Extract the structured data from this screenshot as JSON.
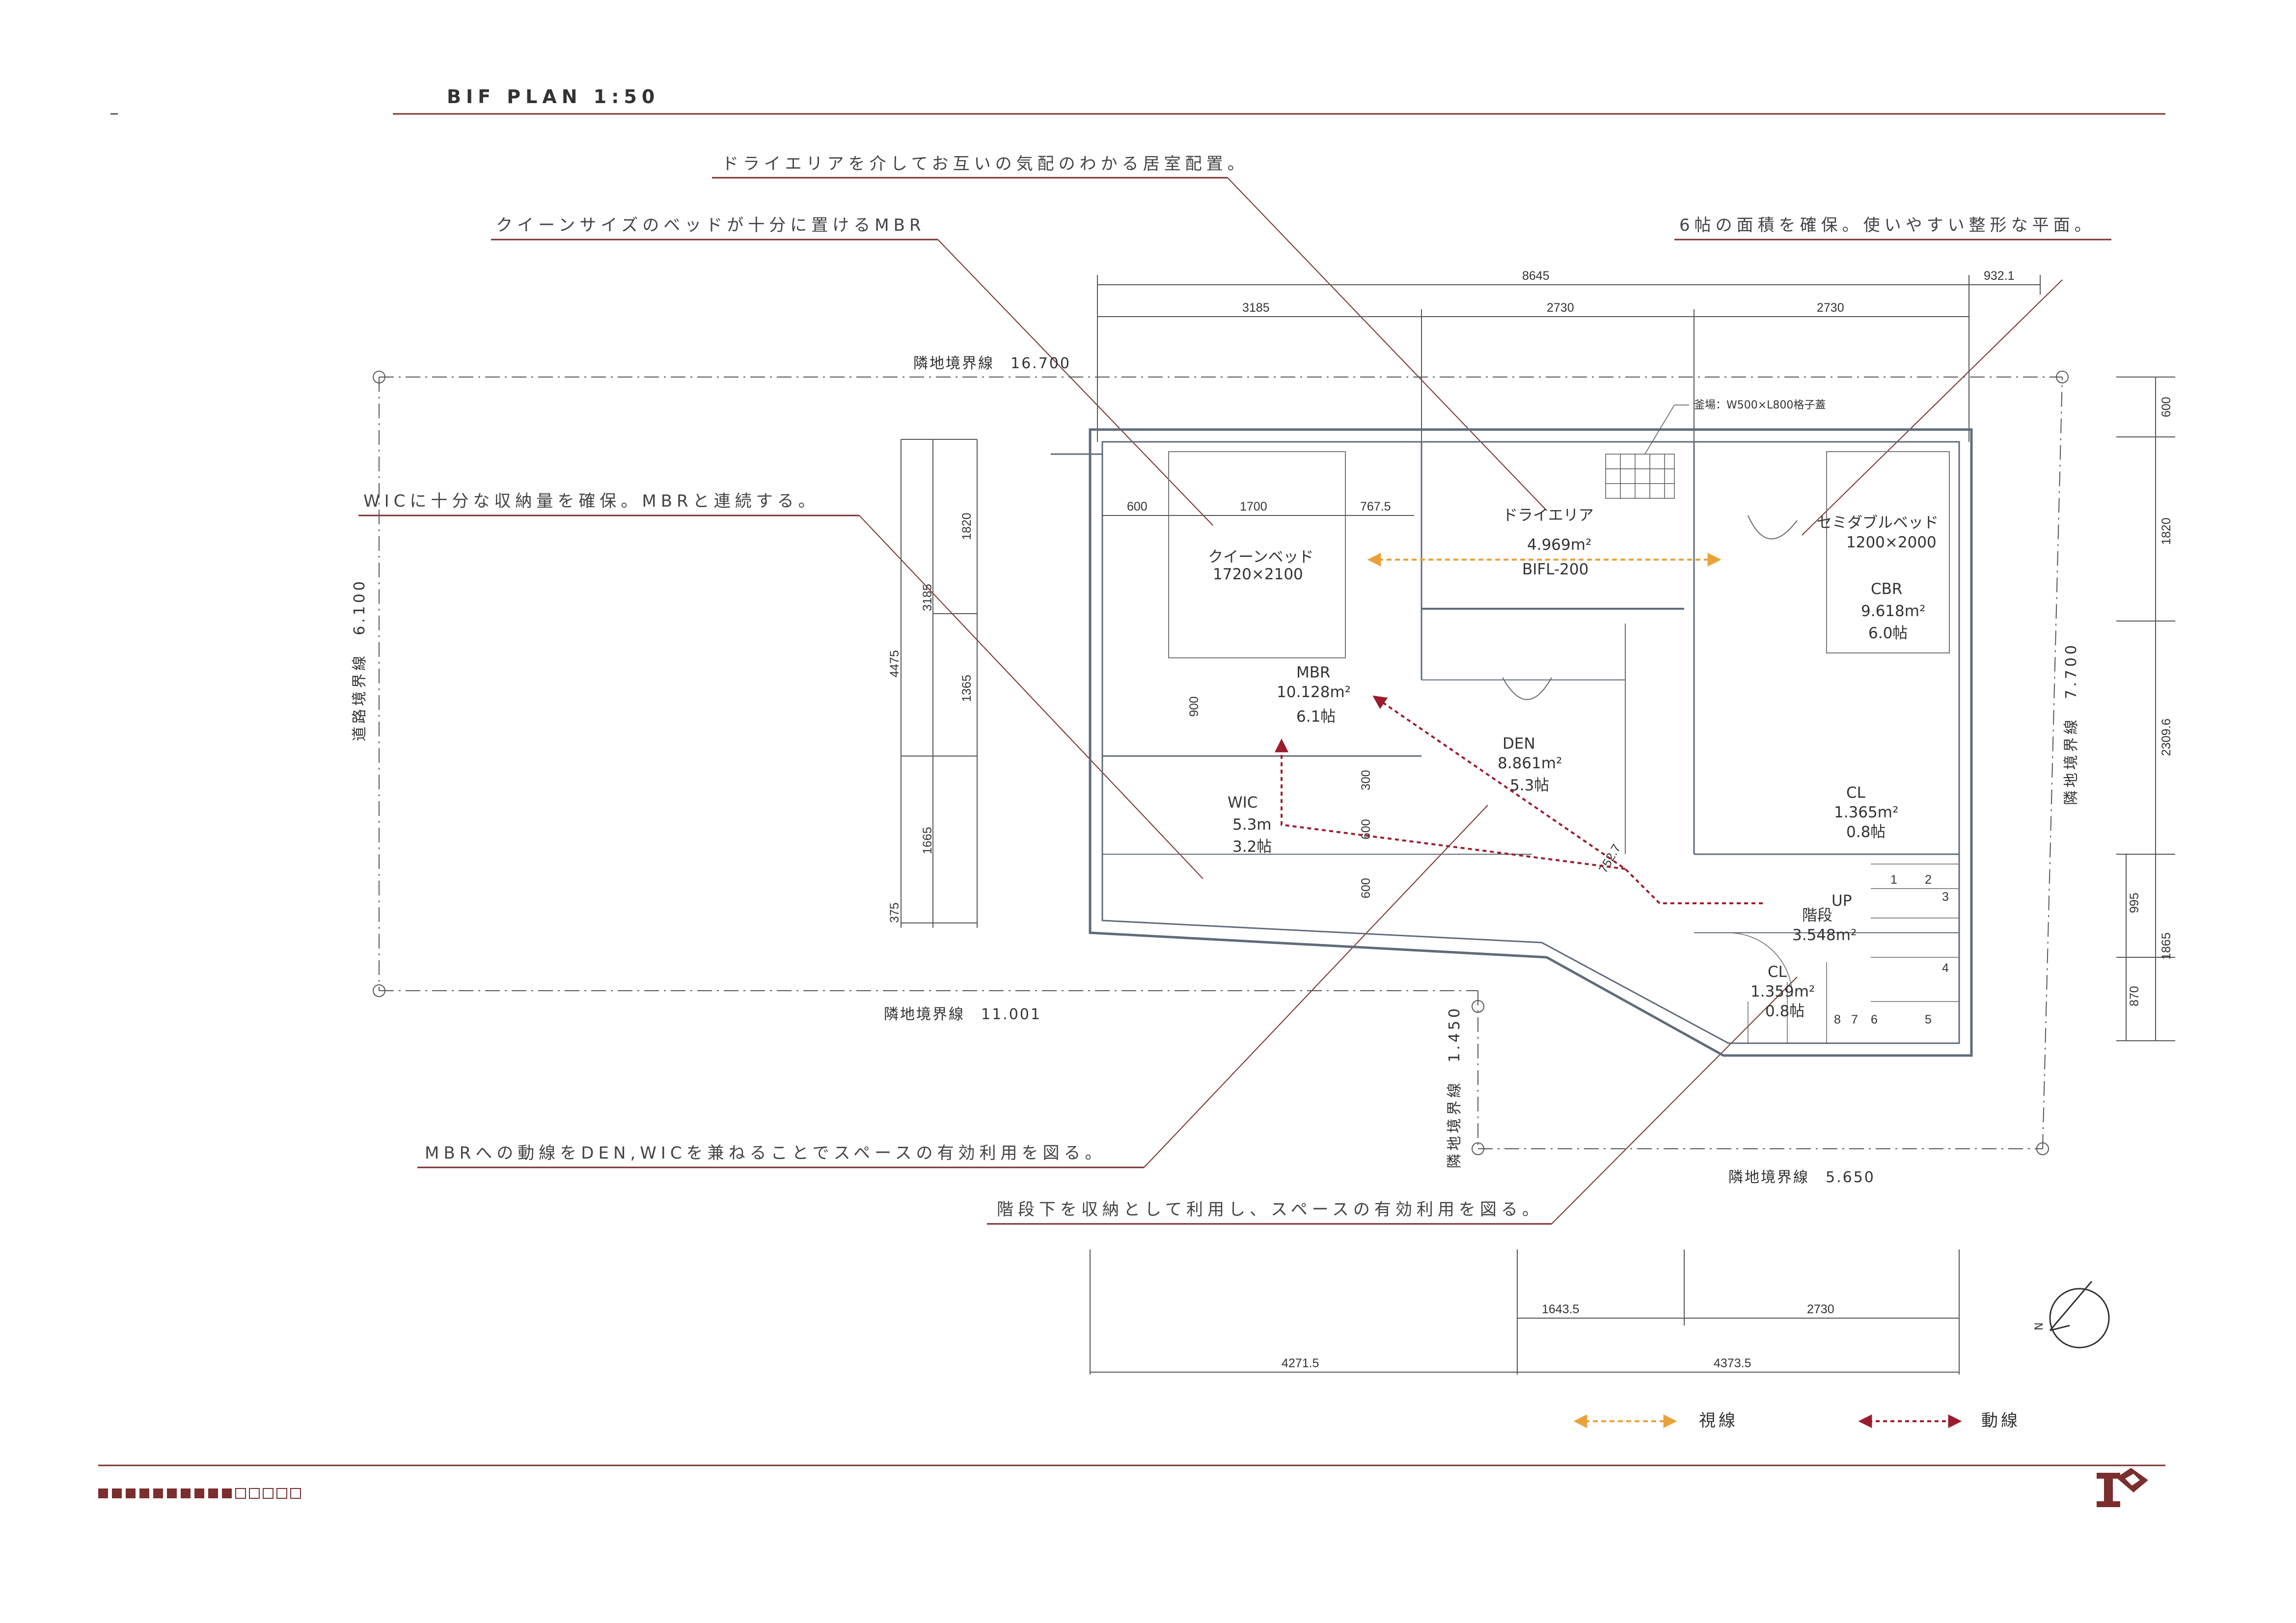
{
  "title": "BIF PLAN 1:50",
  "notes": {
    "dry_area": "ドライエリアを介してお互いの気配のわかる居室配置。",
    "mbr_bed": "クイーンサイズのベッドが十分に置けるMBR",
    "six_tatami": "6帖の面積を確保。使いやすい整形な平面。",
    "wic": "WICに十分な収納量を確保。MBRと連続する。",
    "circulation": "MBRへの動線をDEN,WICを兼ねることでスペースの有効利用を図る。",
    "stairs": "階段下を収納として利用し、スペースの有効利用を図る。"
  },
  "rooms": {
    "dry_area": {
      "name": "ドライエリア",
      "area": "4.969m²",
      "level": "BIFL-200"
    },
    "queen_bed": {
      "name": "クイーンベッド",
      "size": "1720×2100"
    },
    "semi_double_bed": {
      "name": "セミダブルベッド",
      "size": "1200×2000"
    },
    "cbr": {
      "name": "CBR",
      "area": "9.618m²",
      "tatami": "6.0帖"
    },
    "mbr": {
      "name": "MBR",
      "area": "10.128m²",
      "tatami": "6.1帖"
    },
    "den": {
      "name": "DEN",
      "area": "8.861m²",
      "tatami": "5.3帖"
    },
    "wic": {
      "name": "WIC",
      "area": "5.3m",
      "tatami": "3.2帖"
    },
    "cl_upper": {
      "name": "CL",
      "area": "1.365m²",
      "tatami": "0.8帖"
    },
    "stairs": {
      "name": "階段",
      "area": "3.548m²",
      "up": "UP"
    },
    "cl_lower": {
      "name": "CL",
      "area": "1.359m²",
      "tatami": "0.8帖"
    }
  },
  "grating": "釜場：W500×L800格子蓋",
  "boundaries": {
    "top": "隣地境界線　16.700",
    "bottom": "隣地境界線　11.001",
    "road": "道路境界線　6.100",
    "right": "隣地境界線　7.700",
    "lower_left": "隣地境界線　1.450",
    "lower_bottom": "隣地境界線　5.650"
  },
  "dims": {
    "top_total": "8645",
    "top_extra": "932.1",
    "top_1": "3185",
    "top_2": "2730",
    "top_3": "2730",
    "bed_600": "600",
    "bed_1700": "1700",
    "bed_767": "767.5",
    "left_1820": "1820",
    "left_3185": "3185",
    "left_4475": "4475",
    "left_1365": "1365",
    "left_1665": "1665",
    "left_375": "375",
    "in_900": "900",
    "in_300": "300",
    "in_600a": "600",
    "in_600b": "600",
    "diag_752": "752.7",
    "right_600": "600",
    "right_1820": "1820",
    "right_2309": "2309.6",
    "right_995": "995",
    "right_870": "870",
    "right_1865": "1865",
    "bot_1643": "1643.5",
    "bot_2730": "2730",
    "bot_4271": "4271.5",
    "bot_4373": "4373.5",
    "stair_nums": [
      "1",
      "2",
      "3",
      "4",
      "5",
      "6",
      "7",
      "8"
    ]
  },
  "legend": {
    "sight": "視線",
    "circulation": "動線"
  },
  "north": "N",
  "colors": {
    "accent": "#7a2e2e",
    "sight": "#e8a23a",
    "circulation": "#9b1c2c",
    "wall": "#5f6b7a"
  }
}
